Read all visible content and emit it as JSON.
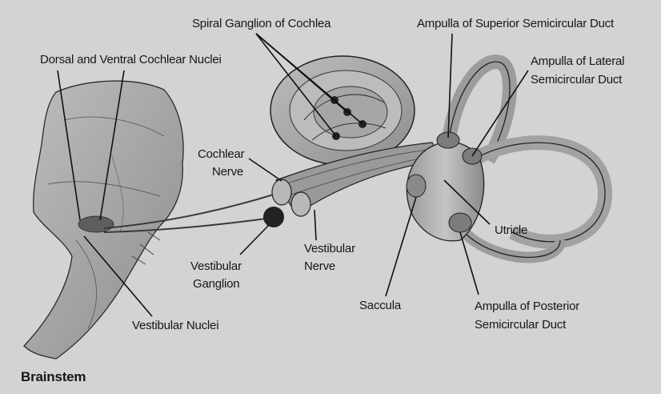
{
  "colors": {
    "background": "#d3d3d1",
    "ink": "#161616",
    "tissue": "#a9a9a7",
    "tissue_dark": "#6b6b69",
    "nerve": "#8c8c8a"
  },
  "title": "Brainstem",
  "labels": {
    "spiral_ganglion": "Spiral Ganglion of Cochlea",
    "ampulla_superior": "Ampulla of Superior Semicircular Duct",
    "dorsal_ventral": "Dorsal and Ventral Cochlear Nuclei",
    "ampulla_lateral_1": "Ampulla of Lateral",
    "ampulla_lateral_2": "Semicircular Duct",
    "cochlear_nerve_1": "Cochlear",
    "cochlear_nerve_2": "Nerve",
    "vestibular_nerve_1": "Vestibular",
    "vestibular_nerve_2": "Nerve",
    "vestibular_ganglion_1": "Vestibular",
    "vestibular_ganglion_2": "Ganglion",
    "utricle": "Utricle",
    "saccula": "Saccula",
    "ampulla_posterior_1": "Ampulla of Posterior",
    "ampulla_posterior_2": "Semicircular Duct",
    "vestibular_nuclei": "Vestibular Nuclei"
  }
}
